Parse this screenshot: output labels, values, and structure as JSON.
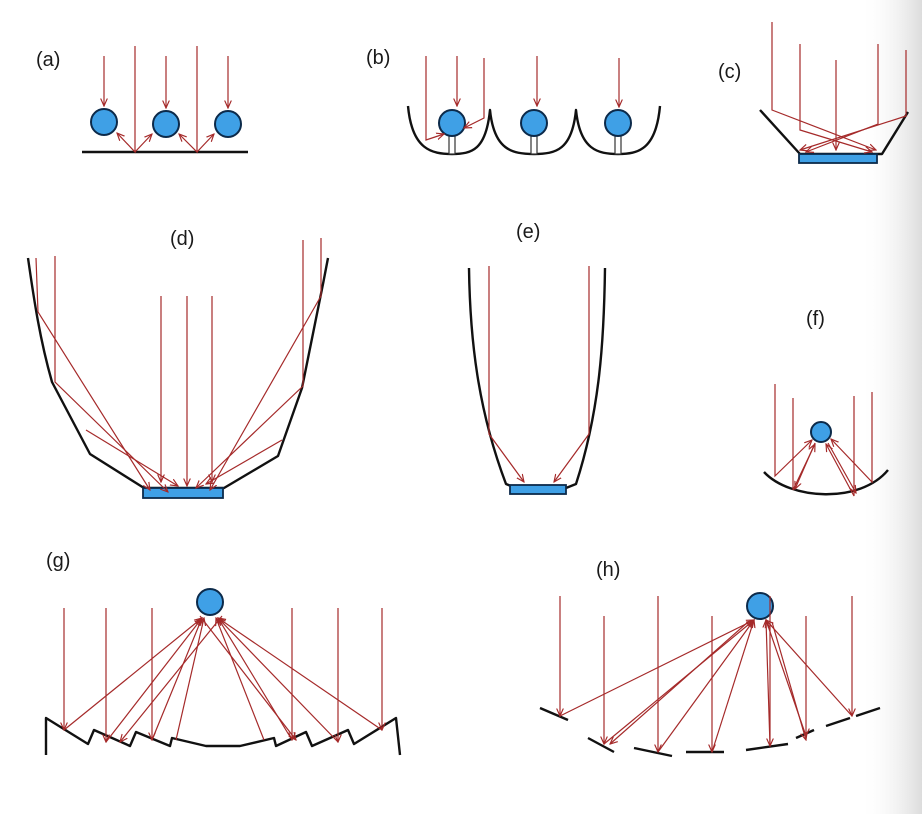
{
  "colors": {
    "ray": "#a52a2a",
    "surface": "#111111",
    "absorber_fill": "#3fa0e6",
    "absorber_stroke": "#0c2a4a",
    "fade": "#e6e6e6"
  },
  "panels": [
    {
      "id": "a",
      "label": "(a)"
    },
    {
      "id": "b",
      "label": "(b)"
    },
    {
      "id": "c",
      "label": "(c)"
    },
    {
      "id": "d",
      "label": "(d)"
    },
    {
      "id": "e",
      "label": "(e)"
    },
    {
      "id": "f",
      "label": "(f)"
    },
    {
      "id": "g",
      "label": "(g)"
    },
    {
      "id": "h",
      "label": "(h)"
    }
  ]
}
